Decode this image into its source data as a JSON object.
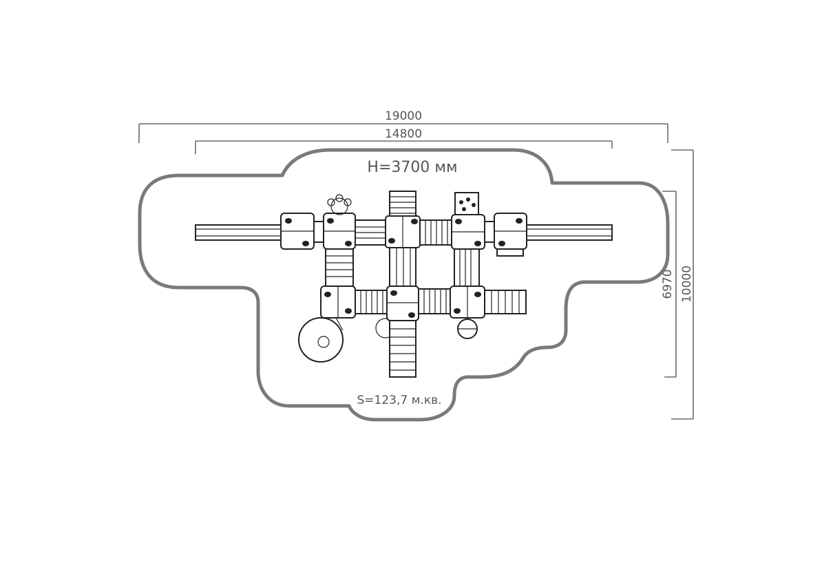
{
  "dimensions": {
    "overall_width": "19000",
    "equipment_width": "14800",
    "overall_depth": "10000",
    "equipment_depth": "6970"
  },
  "labels": {
    "height": "H=3700 мм",
    "area": "S=123,7 м.кв."
  },
  "colors": {
    "outline": "#7a7a7a",
    "dimension": "#6a6a6a",
    "equipment": "#222222"
  }
}
